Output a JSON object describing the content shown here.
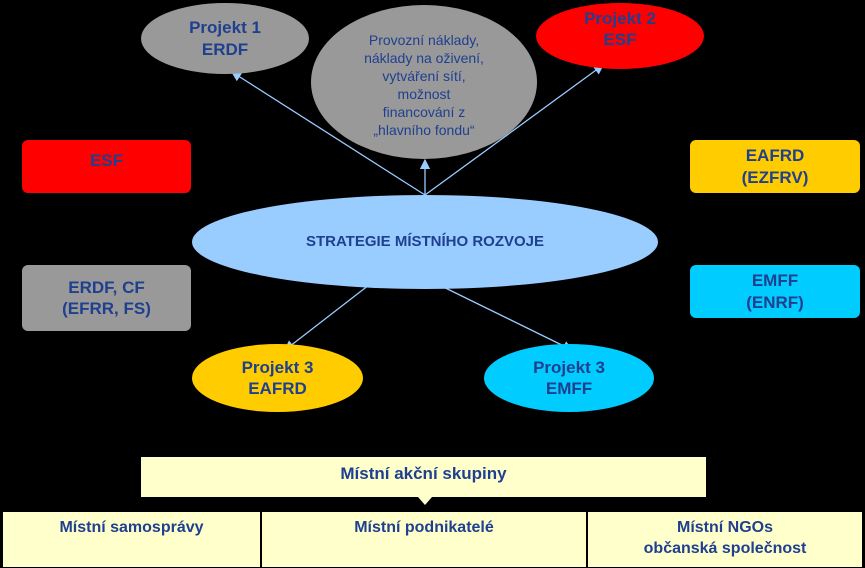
{
  "center": {
    "label": "STRATEGIE MÍSTNÍHO ROZVOJE"
  },
  "top_nodes": {
    "projekt1": {
      "line1": "Projekt 1",
      "line2": "ERDF"
    },
    "operating": {
      "lines": [
        "Provozní náklady,",
        "náklady na oživení,",
        "vytváření sítí,",
        "možnost",
        "financování z",
        "„hlavního fondu“"
      ]
    },
    "projekt2": {
      "line1": "Projekt 2",
      "line2": "ESF"
    }
  },
  "bottom_nodes": {
    "projekt3_eafrd": {
      "line1": "Projekt 3",
      "line2": "EAFRD"
    },
    "projekt3_emff": {
      "line1": "Projekt 3",
      "line2": "EMFF"
    }
  },
  "side_boxes": {
    "esf": {
      "line1": "ESF"
    },
    "erdf_cf": {
      "line1": "ERDF, CF",
      "line2": "(EFRR, FS)"
    },
    "eafrd": {
      "line1": "EAFRD",
      "line2": "(EZFRV)"
    },
    "emff": {
      "line1": "EMFF",
      "line2": "(ENRF)"
    }
  },
  "mag": {
    "label": "Místní akční skupiny"
  },
  "members": [
    {
      "line1": "Místní samosprávy",
      "line2": ""
    },
    {
      "line1": "Místní podnikatelé",
      "line2": ""
    },
    {
      "line1": "Místní NGOs",
      "line2": "občanská společnost"
    }
  ],
  "colors": {
    "text": "#1f3f8f",
    "gray": "#999999",
    "red": "#ff0000",
    "yellow": "#ffcc00",
    "cyan": "#00ccff",
    "lightblue": "#99ccff",
    "pale": "#ffffcc",
    "arrow": "#99ccff"
  }
}
